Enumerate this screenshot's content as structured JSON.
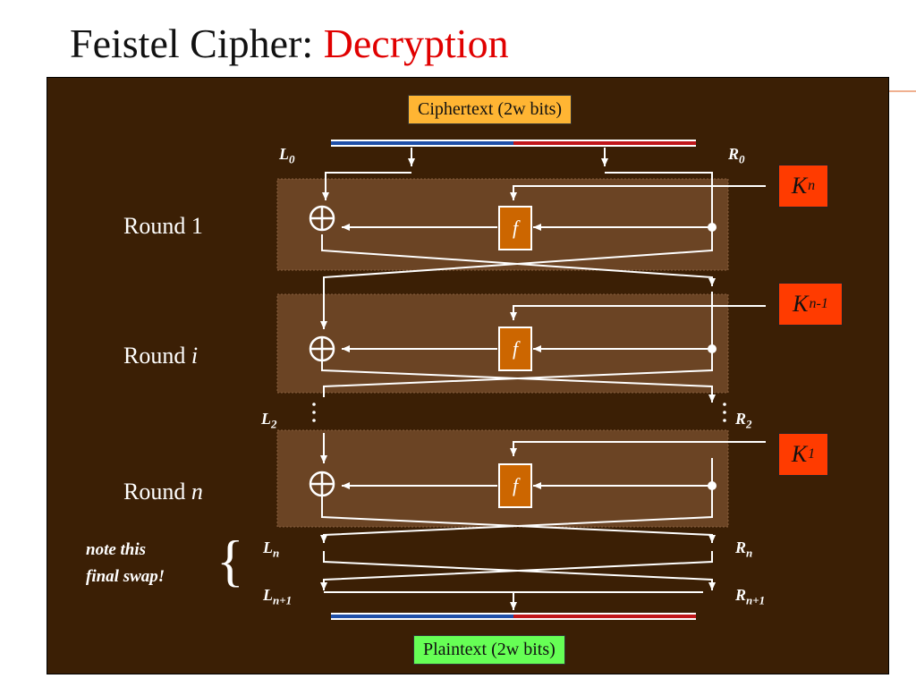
{
  "title": {
    "prefix": "Feistel Cipher:",
    "highlight": "Decryption"
  },
  "input_box": "Ciphertext (2w bits)",
  "output_box": "Plaintext (2w bits)",
  "rounds": [
    {
      "label": "Round 1",
      "key": "K",
      "key_sub": "n"
    },
    {
      "label": "Round ",
      "label_var": "i",
      "key": "K",
      "key_sub": "n-1"
    },
    {
      "label": "Round ",
      "label_var": "n",
      "key": "K",
      "key_sub": "1"
    }
  ],
  "function_symbol": "f",
  "xor_symbol": "⊕",
  "halves": {
    "L0": {
      "base": "L",
      "sub": "0"
    },
    "R0": {
      "base": "R",
      "sub": "0"
    },
    "L2": {
      "base": "L",
      "sub": "2"
    },
    "R2": {
      "base": "R",
      "sub": "2"
    },
    "Ln": {
      "base": "L",
      "sub": "n"
    },
    "Rn": {
      "base": "R",
      "sub": "n"
    },
    "Ln1": {
      "base": "L",
      "sub": "n+1"
    },
    "Rn1": {
      "base": "R",
      "sub": "n+1"
    }
  },
  "note": {
    "line1": "note this",
    "line2": "final swap!"
  },
  "colors": {
    "panel": "#3b1f05",
    "round_box": "#6b4424",
    "left_half_bar": "#1f4fa8",
    "right_half_bar": "#c0161a",
    "key_box": "#ff3b00",
    "f_box": "#cc6600",
    "ciphertext_box": "#ffb533",
    "plaintext_box": "#66ff55",
    "title_highlight": "#e00000"
  }
}
